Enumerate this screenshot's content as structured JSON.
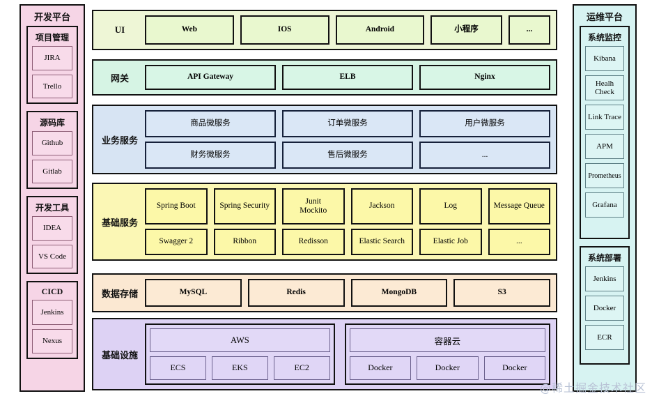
{
  "colors": {
    "ui_layer": "#eef6d6",
    "gateway_layer": "#d6f4e4",
    "business_layer": "#d7e4f3",
    "base_layer": "#fbf7b5",
    "data_layer": "#fbe8d2",
    "infra_layer": "#ddd2f4",
    "dev_platform": "#f6d5e6",
    "ops_platform": "#d7f3f2",
    "border": "#111111",
    "watermark": "#b9c3d6"
  },
  "dev_platform": {
    "title": "开发平台",
    "groups": [
      {
        "title": "项目管理",
        "items": [
          "JIRA",
          "Trello"
        ]
      },
      {
        "title": "源码库",
        "items": [
          "Github",
          "Gitlab"
        ]
      },
      {
        "title": "开发工具",
        "items": [
          "IDEA",
          "VS Code"
        ]
      },
      {
        "title": "CICD",
        "items": [
          "Jenkins",
          "Nexus"
        ]
      }
    ]
  },
  "ops_platform": {
    "title": "运维平台",
    "groups": [
      {
        "title": "系统监控",
        "items": [
          "Kibana",
          "Healh Check",
          "Link Trace",
          "APM",
          "Prometheus",
          "Grafana"
        ]
      },
      {
        "title": "系统部署",
        "items": [
          "Jenkins",
          "Docker",
          "ECR"
        ]
      }
    ]
  },
  "layers": [
    {
      "key": "ui",
      "label": "UI",
      "rows": [
        [
          "Web",
          "IOS",
          "Android",
          "小程序",
          "..."
        ]
      ]
    },
    {
      "key": "gateway",
      "label": "网关",
      "rows": [
        [
          "API Gateway",
          "ELB",
          "Nginx"
        ]
      ]
    },
    {
      "key": "business",
      "label": "业务服务",
      "rows": [
        [
          "商品微服务",
          "订单微服务",
          "用户微服务"
        ],
        [
          "财务微服务",
          "售后微服务",
          "..."
        ]
      ]
    },
    {
      "key": "base",
      "label": "基础服务",
      "rows": [
        [
          "Spring Boot",
          "Spring Security",
          "Junit\nMockito",
          "Jackson",
          "Log",
          "Message Queue"
        ],
        [
          "Swagger 2",
          "Ribbon",
          "Redisson",
          "Elastic Search",
          "Elastic Job",
          "..."
        ]
      ]
    },
    {
      "key": "data",
      "label": "数据存储",
      "rows": [
        [
          "MySQL",
          "Redis",
          "MongoDB",
          "S3"
        ]
      ]
    }
  ],
  "infrastructure": {
    "label": "基础设施",
    "groups": [
      {
        "head": "AWS",
        "items": [
          "ECS",
          "EKS",
          "EC2"
        ]
      },
      {
        "head": "容器云",
        "items": [
          "Docker",
          "Docker",
          "Docker"
        ]
      }
    ]
  },
  "watermark": "@稀土掘金技术社区"
}
